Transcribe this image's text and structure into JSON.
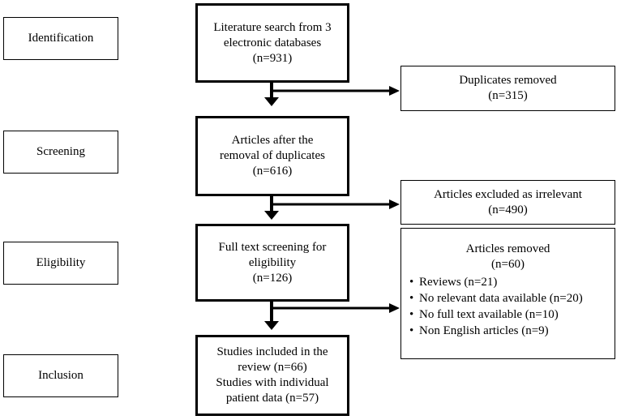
{
  "stages": {
    "identification": "Identification",
    "screening": "Screening",
    "eligibility": "Eligibility",
    "inclusion": "Inclusion"
  },
  "flow": {
    "search": {
      "line1": "Literature search from 3",
      "line2": "electronic databases",
      "count": "(n=931)"
    },
    "after_duplicates": {
      "line1": "Articles after the",
      "line2": "removal of duplicates",
      "count": "(n=616)"
    },
    "full_text": {
      "line1": "Full text screening for",
      "line2": "eligibility",
      "count": "(n=126)"
    },
    "included": {
      "line1": "Studies included in the",
      "line2": "review (n=66)",
      "line3": "Studies with individual",
      "line4": "patient data (n=57)"
    }
  },
  "exclusions": {
    "duplicates": {
      "label": "Duplicates removed",
      "count": "(n=315)"
    },
    "irrelevant": {
      "label": "Articles excluded as irrelevant",
      "count": "(n=490)"
    },
    "removed": {
      "label": "Articles removed",
      "count": "(n=60)",
      "reasons": [
        "Reviews (n=21)",
        "No relevant data available (n=20)",
        "No full text available (n=10)",
        "Non English articles (n=9)"
      ]
    }
  }
}
